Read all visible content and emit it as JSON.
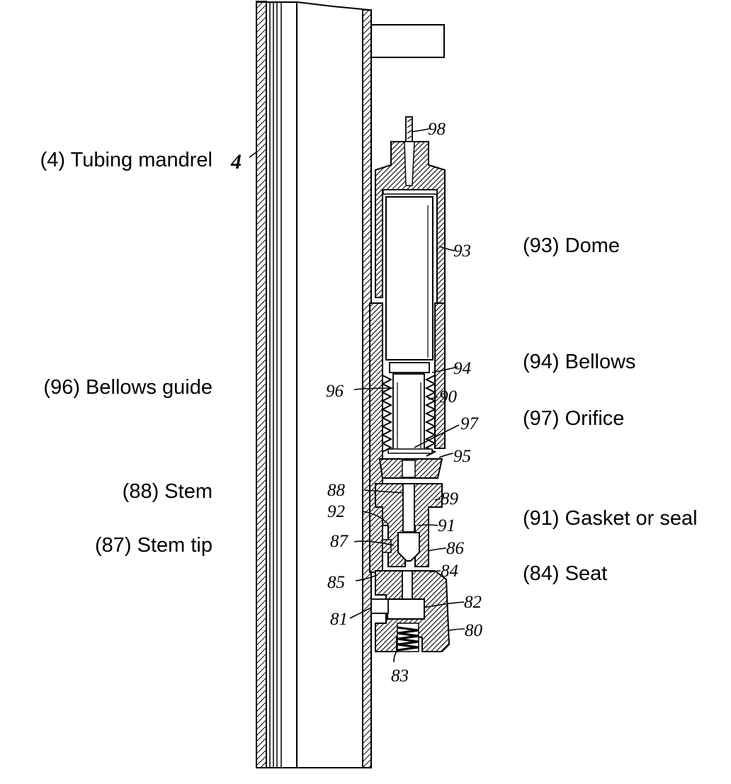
{
  "callouts": {
    "tubing_mandrel": "(4) Tubing mandrel",
    "dome": "(93) Dome",
    "bellows": "(94) Bellows",
    "bellows_guide": "(96) Bellows guide",
    "orifice": "(97) Orifice",
    "stem": "(88) Stem",
    "gasket": "(91) Gasket or seal",
    "stem_tip": "(87) Stem tip",
    "seat": "(84) Seat"
  },
  "ref_numbers": {
    "n4": "4",
    "n98": "98",
    "n93": "93",
    "n94": "94",
    "n96": "96",
    "n90": "90",
    "n97": "97",
    "n95": "95",
    "n88": "88",
    "n89": "89",
    "n92": "92",
    "n91": "91",
    "n87": "87",
    "n86": "86",
    "n85": "85",
    "n84": "84",
    "n82": "82",
    "n81": "81",
    "n80": "80",
    "n83": "83"
  }
}
